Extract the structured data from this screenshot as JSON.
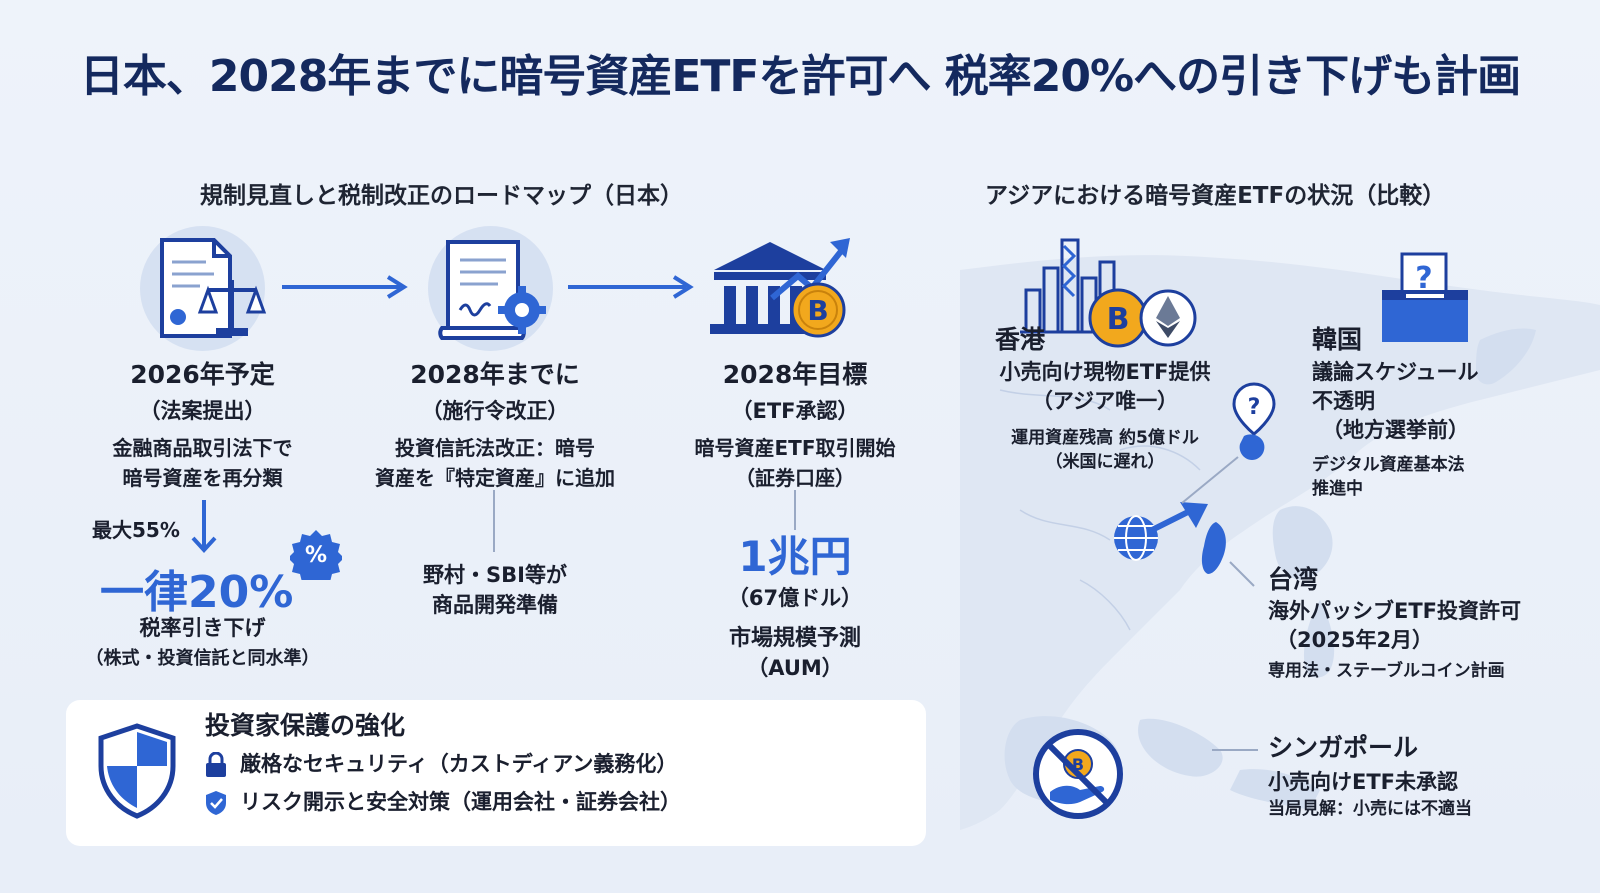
{
  "title": "日本、2028年までに暗号資産ETFを許可へ 税率20%への引き下げも計画",
  "roadmap": {
    "section_title": "規制見直しと税制改正のロードマップ（日本）",
    "steps": [
      {
        "head": "2026年予定",
        "sub": "（法案提出）",
        "desc1": "金融商品取引法下で",
        "desc2": "暗号資産を再分類"
      },
      {
        "head": "2028年までに",
        "sub": "（施行令改正）",
        "desc1": "投資信託法改正：暗号",
        "desc2": "資産を『特定資産』に追加"
      },
      {
        "head": "2028年目標",
        "sub": "（ETF承認）",
        "desc1": "暗号資産ETF取引開始",
        "desc2": "（証券口座）"
      }
    ],
    "tax": {
      "from_label": "最大55%",
      "to_value": "一律20%",
      "badge": "%",
      "caption": "税率引き下げ",
      "note": "（株式・投資信託と同水準）"
    },
    "prep": {
      "line1": "野村・SBI等が",
      "line2": "商品開発準備"
    },
    "market": {
      "value": "1兆円",
      "usd": "（67億ドル）",
      "label": "市場規模予測",
      "unit": "（AUM）"
    },
    "protection": {
      "title": "投資家保護の強化",
      "items": [
        "厳格なセキュリティ（カストディアン義務化）",
        "リスク開示と安全対策（運用会社・証券会社）"
      ]
    }
  },
  "asia": {
    "section_title": "アジアにおける暗号資産ETFの状況（比較）",
    "hongkong": {
      "name": "香港",
      "line1": "小売向け現物ETF提供",
      "line2": "（アジア唯一）",
      "small1": "運用資産残高 約5億ドル",
      "small2": "（米国に遅れ）"
    },
    "korea": {
      "name": "韓国",
      "line1": "議論スケジュール",
      "line2": "不透明",
      "line3": "（地方選挙前）",
      "small1": "デジタル資産基本法",
      "small2": "推進中",
      "ballot_mark": "?",
      "pin_mark": "?"
    },
    "taiwan": {
      "name": "台湾",
      "line1": "海外パッシブETF投資許可",
      "line2": "（2025年2月）",
      "small1": "専用法・ステーブルコイン計画"
    },
    "singapore": {
      "name": "シンガポール",
      "line1": "小売向けETF未承認",
      "small1": "当局見解：小売には不適当"
    }
  },
  "colors": {
    "title": "#14295e",
    "accent_blue": "#2f66d4",
    "icon_navy": "#1d3f9e",
    "bitcoin_gold": "#f2a81d",
    "circle_bg": "#d6e1f2"
  }
}
